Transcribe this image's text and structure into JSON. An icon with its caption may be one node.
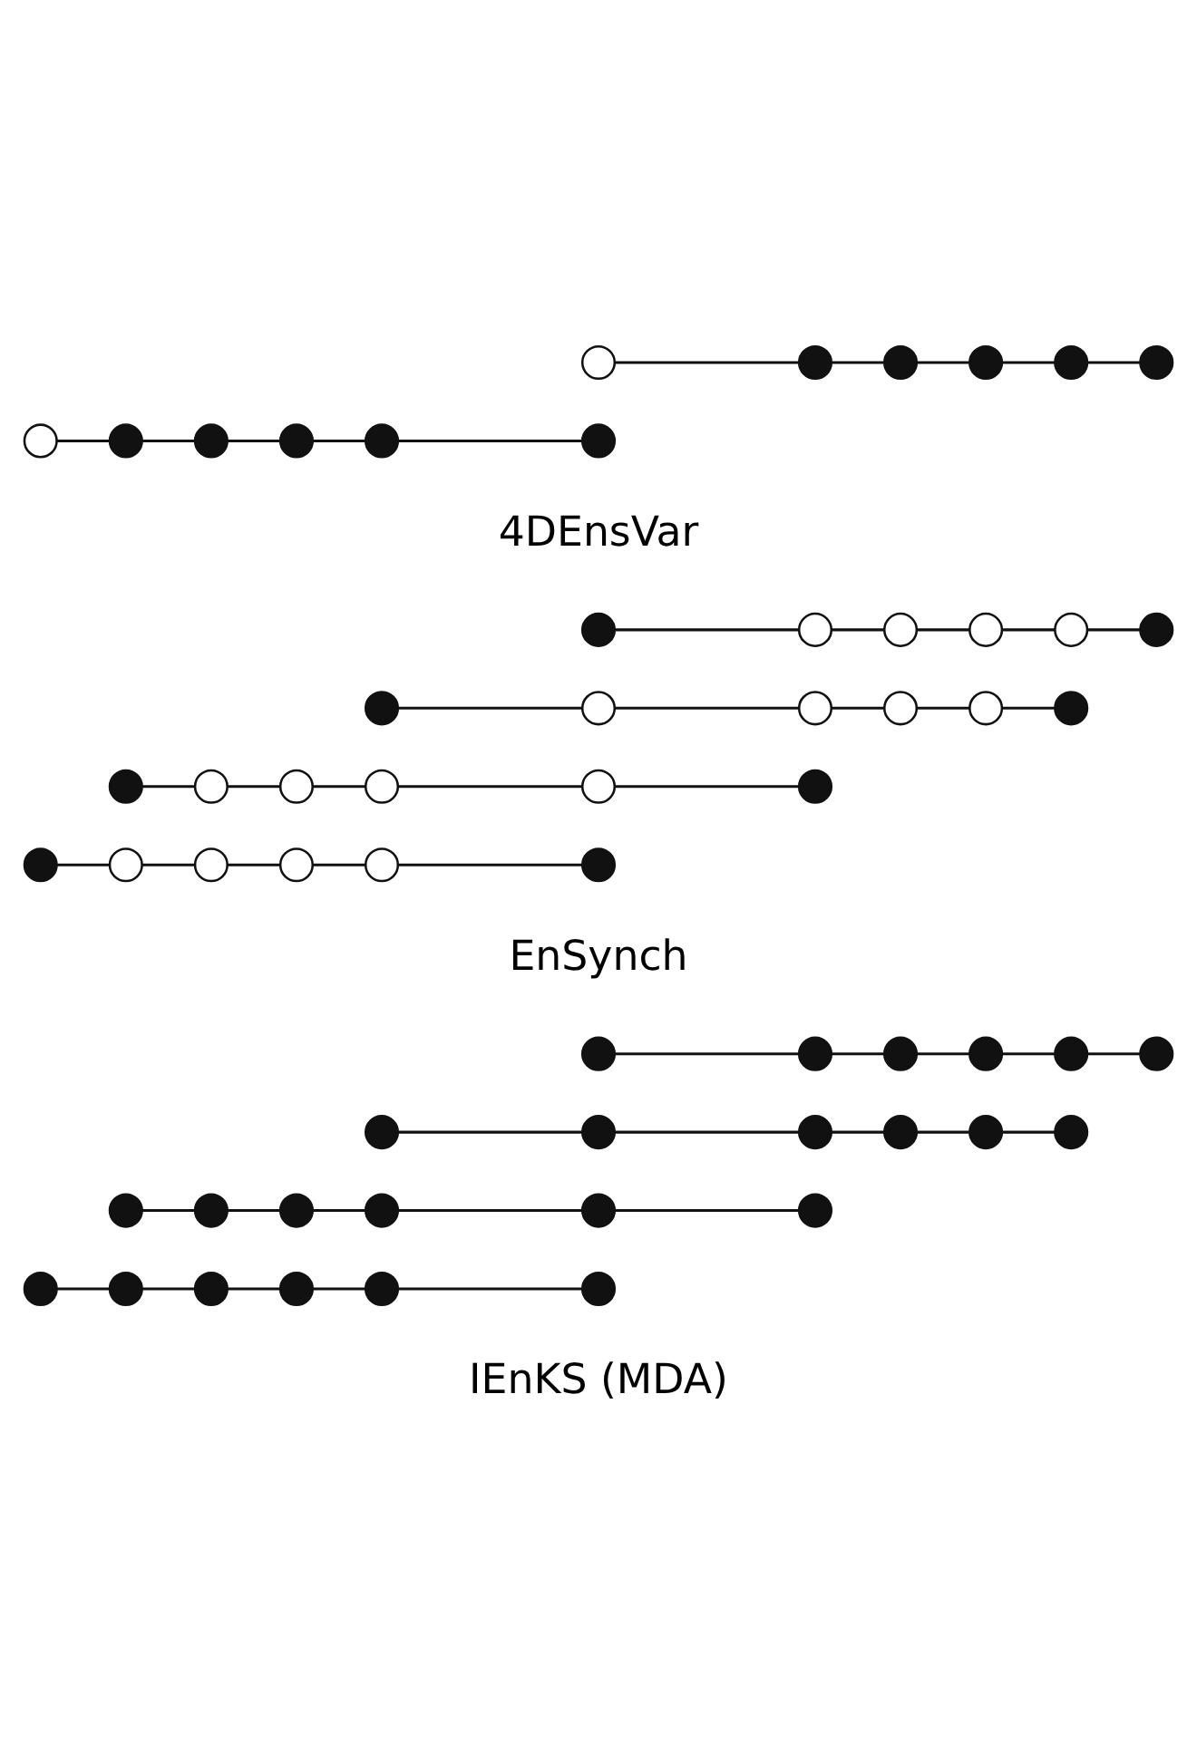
{
  "diagram": {
    "nodes": [
      {
        "text": [],
        "shape": "dot"
      },
      {
        "text": [],
        "shape": "dot"
      },
      {
        "text": [],
        "shape": "dot"
      },
      {
        "text": [],
        "shape": "dot"
      },
      {
        "text": [],
        "shape": "dot"
      },
      {
        "text": [],
        "shape": "dot"
      },
      {
        "text": [],
        "shape": "dot"
      },
      {
        "text": [],
        "shape": "dot"
      },
      {
        "text": [],
        "shape": "dot"
      },
      {
        "text": [],
        "shape": "dot"
      },
      {
        "text": [],
        "shape": "dot"
      },
      {
        "text": [],
        "shape": "dot"
      },
      {
        "text": [],
        "shape": "dot"
      },
      {
        "text": [],
        "shape": "dot"
      },
      {
        "text": [],
        "shape": "dot"
      },
      {
        "text": [],
        "shape": "dot"
      },
      {
        "text": [],
        "shape": "dot"
      },
      {
        "text": [],
        "shape": "dot"
      },
      {
        "text": [],
        "shape": "dot"
      },
      {
        "text": [],
        "shape": "dot"
      },
      {
        "text": [],
        "shape": "dot"
      },
      {
        "text": [],
        "shape": "dot"
      },
      {
        "text": [],
        "shape": "dot"
      },
      {
        "text": [],
        "shape": "dot"
      },
      {
        "text": [],
        "shape": "dot"
      },
      {
        "text": [],
        "shape": "circle"
      },
      {
        "text": [],
        "shape": "circle"
      },
      {
        "text": [],
        "shape": "circle"
      },
      {
        "text": [],
        "shape": "circle"
      },
      {
        "text": [],
        "shape": "dot"
      },
      {
        "text": [],
        "shape": "dot"
      },
      {
        "text": [],
        "shape": "circle"
      },
      {
        "text": [],
        "shape": "circle"
      },
      {
        "text": [],
        "shape": "circle"
      },
      {
        "text": [],
        "shape": "circle"
      },
      {
        "text": [],
        "shape": "dot"
      },
      {
        "text": [],
        "shape": "dot"
      },
      {
        "text": [],
        "shape": "circle"
      },
      {
        "text": [],
        "shape": "circle"
      },
      {
        "text": [],
        "shape": "circle"
      },
      {
        "text": [],
        "shape": "circle"
      },
      {
        "text": [],
        "shape": "dot"
      },
      {
        "text": [],
        "shape": "dot"
      },
      {
        "text": [],
        "shape": "circle"
      },
      {
        "text": [],
        "shape": "circle"
      },
      {
        "text": [],
        "shape": "circle"
      },
      {
        "text": [],
        "shape": "circle"
      },
      {
        "text": [],
        "shape": "dot"
      },
      {
        "text": [],
        "shape": "circle"
      },
      {
        "text": [],
        "shape": "dot"
      },
      {
        "text": [],
        "shape": "dot"
      },
      {
        "text": [],
        "shape": "dot"
      },
      {
        "text": [],
        "shape": "dot"
      },
      {
        "text": [],
        "shape": "dot"
      },
      {
        "text": [],
        "shape": "circle"
      },
      {
        "text": [],
        "shape": "dot"
      },
      {
        "text": [],
        "shape": "dot"
      },
      {
        "text": [],
        "shape": "dot"
      },
      {
        "text": [],
        "shape": "dot"
      },
      {
        "text": [],
        "shape": "dot"
      }
    ],
    "edges": [
      {
        "from": 0,
        "to": 1,
        "arrow": "none"
      },
      {
        "from": 1,
        "to": 2,
        "arrow": "none"
      },
      {
        "from": 2,
        "to": 3,
        "arrow": "none"
      },
      {
        "from": 3,
        "to": 4,
        "arrow": "none"
      },
      {
        "from": 4,
        "to": 5,
        "arrow": "none"
      },
      {
        "from": 6,
        "to": 7,
        "arrow": "none"
      },
      {
        "from": 7,
        "to": 8,
        "arrow": "none"
      },
      {
        "from": 8,
        "to": 9,
        "arrow": "none"
      },
      {
        "from": 9,
        "to": 10,
        "arrow": "none"
      },
      {
        "from": 10,
        "to": 11,
        "arrow": "none"
      },
      {
        "from": 12,
        "to": 13,
        "arrow": "none"
      },
      {
        "from": 13,
        "to": 14,
        "arrow": "none"
      },
      {
        "from": 14,
        "to": 15,
        "arrow": "none"
      },
      {
        "from": 15,
        "to": 16,
        "arrow": "none"
      },
      {
        "from": 16,
        "to": 17,
        "arrow": "none"
      },
      {
        "from": 18,
        "to": 19,
        "arrow": "none"
      },
      {
        "from": 19,
        "to": 20,
        "arrow": "none"
      },
      {
        "from": 20,
        "to": 21,
        "arrow": "none"
      },
      {
        "from": 21,
        "to": 22,
        "arrow": "none"
      },
      {
        "from": 22,
        "to": 23,
        "arrow": "none"
      },
      {
        "from": 24,
        "to": 25,
        "arrow": "none"
      },
      {
        "from": 25,
        "to": 26,
        "arrow": "none"
      },
      {
        "from": 26,
        "to": 27,
        "arrow": "none"
      },
      {
        "from": 27,
        "to": 28,
        "arrow": "none"
      },
      {
        "from": 28,
        "to": 29,
        "arrow": "none"
      },
      {
        "from": 30,
        "to": 31,
        "arrow": "none"
      },
      {
        "from": 31,
        "to": 32,
        "arrow": "none"
      },
      {
        "from": 32,
        "to": 33,
        "arrow": "none"
      },
      {
        "from": 33,
        "to": 34,
        "arrow": "none"
      },
      {
        "from": 34,
        "to": 35,
        "arrow": "none"
      },
      {
        "from": 36,
        "to": 37,
        "arrow": "none"
      },
      {
        "from": 37,
        "to": 38,
        "arrow": "none"
      },
      {
        "from": 38,
        "to": 39,
        "arrow": "none"
      },
      {
        "from": 39,
        "to": 40,
        "arrow": "none"
      },
      {
        "from": 40,
        "to": 41,
        "arrow": "none"
      },
      {
        "from": 42,
        "to": 43,
        "arrow": "none"
      },
      {
        "from": 43,
        "to": 44,
        "arrow": "none"
      },
      {
        "from": 44,
        "to": 45,
        "arrow": "none"
      },
      {
        "from": 45,
        "to": 46,
        "arrow": "none"
      },
      {
        "from": 46,
        "to": 47,
        "arrow": "none"
      },
      {
        "from": 48,
        "to": 49,
        "arrow": "none"
      },
      {
        "from": 49,
        "to": 50,
        "arrow": "none"
      },
      {
        "from": 50,
        "to": 51,
        "arrow": "none"
      },
      {
        "from": 51,
        "to": 52,
        "arrow": "none"
      },
      {
        "from": 52,
        "to": 53,
        "arrow": "none"
      },
      {
        "from": 54,
        "to": 55,
        "arrow": "none"
      },
      {
        "from": 55,
        "to": 56,
        "arrow": "none"
      },
      {
        "from": 56,
        "to": 57,
        "arrow": "none"
      },
      {
        "from": 57,
        "to": 58,
        "arrow": "none"
      },
      {
        "from": 58,
        "to": 59,
        "arrow": "none"
      }
    ],
    "labels": [
      "IEnKS (MDA)",
      "EnSynch",
      "4DEnsVar"
    ]
  }
}
